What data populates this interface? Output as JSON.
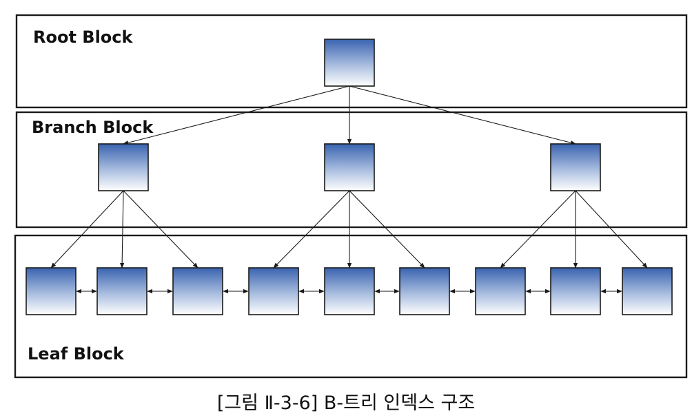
{
  "levels": {
    "root": "Root Block",
    "branch": "Branch Block",
    "leaf": "Leaf Block"
  },
  "caption": "[그림 Ⅱ-3-6] B-트리 인덱스 구조",
  "colors": {
    "node_top": "#3a64b0",
    "node_bottom": "#ffffff",
    "border": "#1a1a1a"
  },
  "tree": {
    "root_count": 1,
    "branch_count": 3,
    "leaves_per_branch": 3,
    "leaf_sibling_links": "bidirectional"
  }
}
